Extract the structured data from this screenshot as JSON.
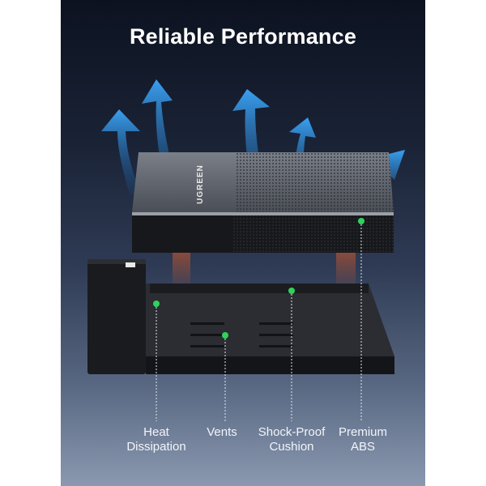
{
  "title": "Reliable Performance",
  "brand": "UGREEN",
  "callouts": [
    {
      "line1": "Heat",
      "line2": "Dissipation"
    },
    {
      "line1": "Vents",
      "line2": ""
    },
    {
      "line1": "Shock-Proof",
      "line2": "Cushion"
    },
    {
      "line1": "Premium",
      "line2": "ABS"
    }
  ],
  "colors": {
    "marker": "#2fd35a",
    "arrow": "#2a8fe0",
    "heat": "#d05a2a"
  }
}
